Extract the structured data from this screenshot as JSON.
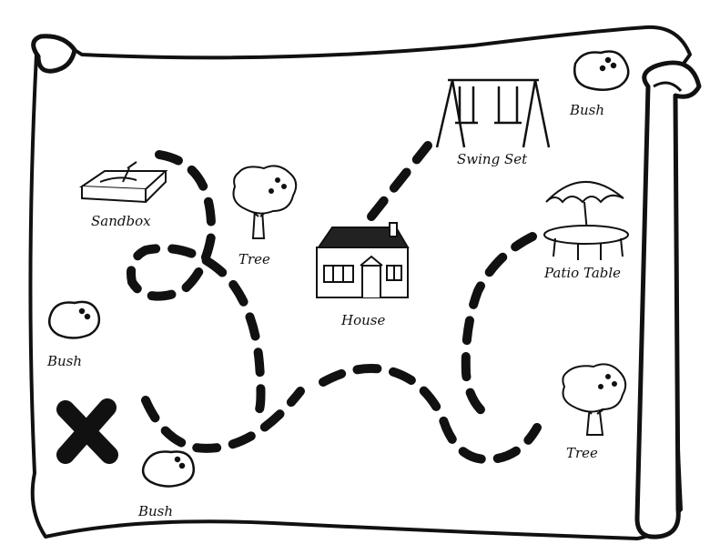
{
  "labels": {
    "sandbox": "Sandbox",
    "tree_left": "Tree",
    "swing_set": "Swing Set",
    "bush_top_right": "Bush",
    "patio_table": "Patio Table",
    "house": "House",
    "bush_left": "Bush",
    "bush_bottom": "Bush",
    "tree_right": "Tree"
  },
  "colors": {
    "ink": "#111111",
    "paper": "#ffffff"
  },
  "icons": [
    "sandbox-icon",
    "tree-icon",
    "swing-set-icon",
    "bush-icon",
    "patio-table-icon",
    "house-icon",
    "x-mark-icon"
  ]
}
